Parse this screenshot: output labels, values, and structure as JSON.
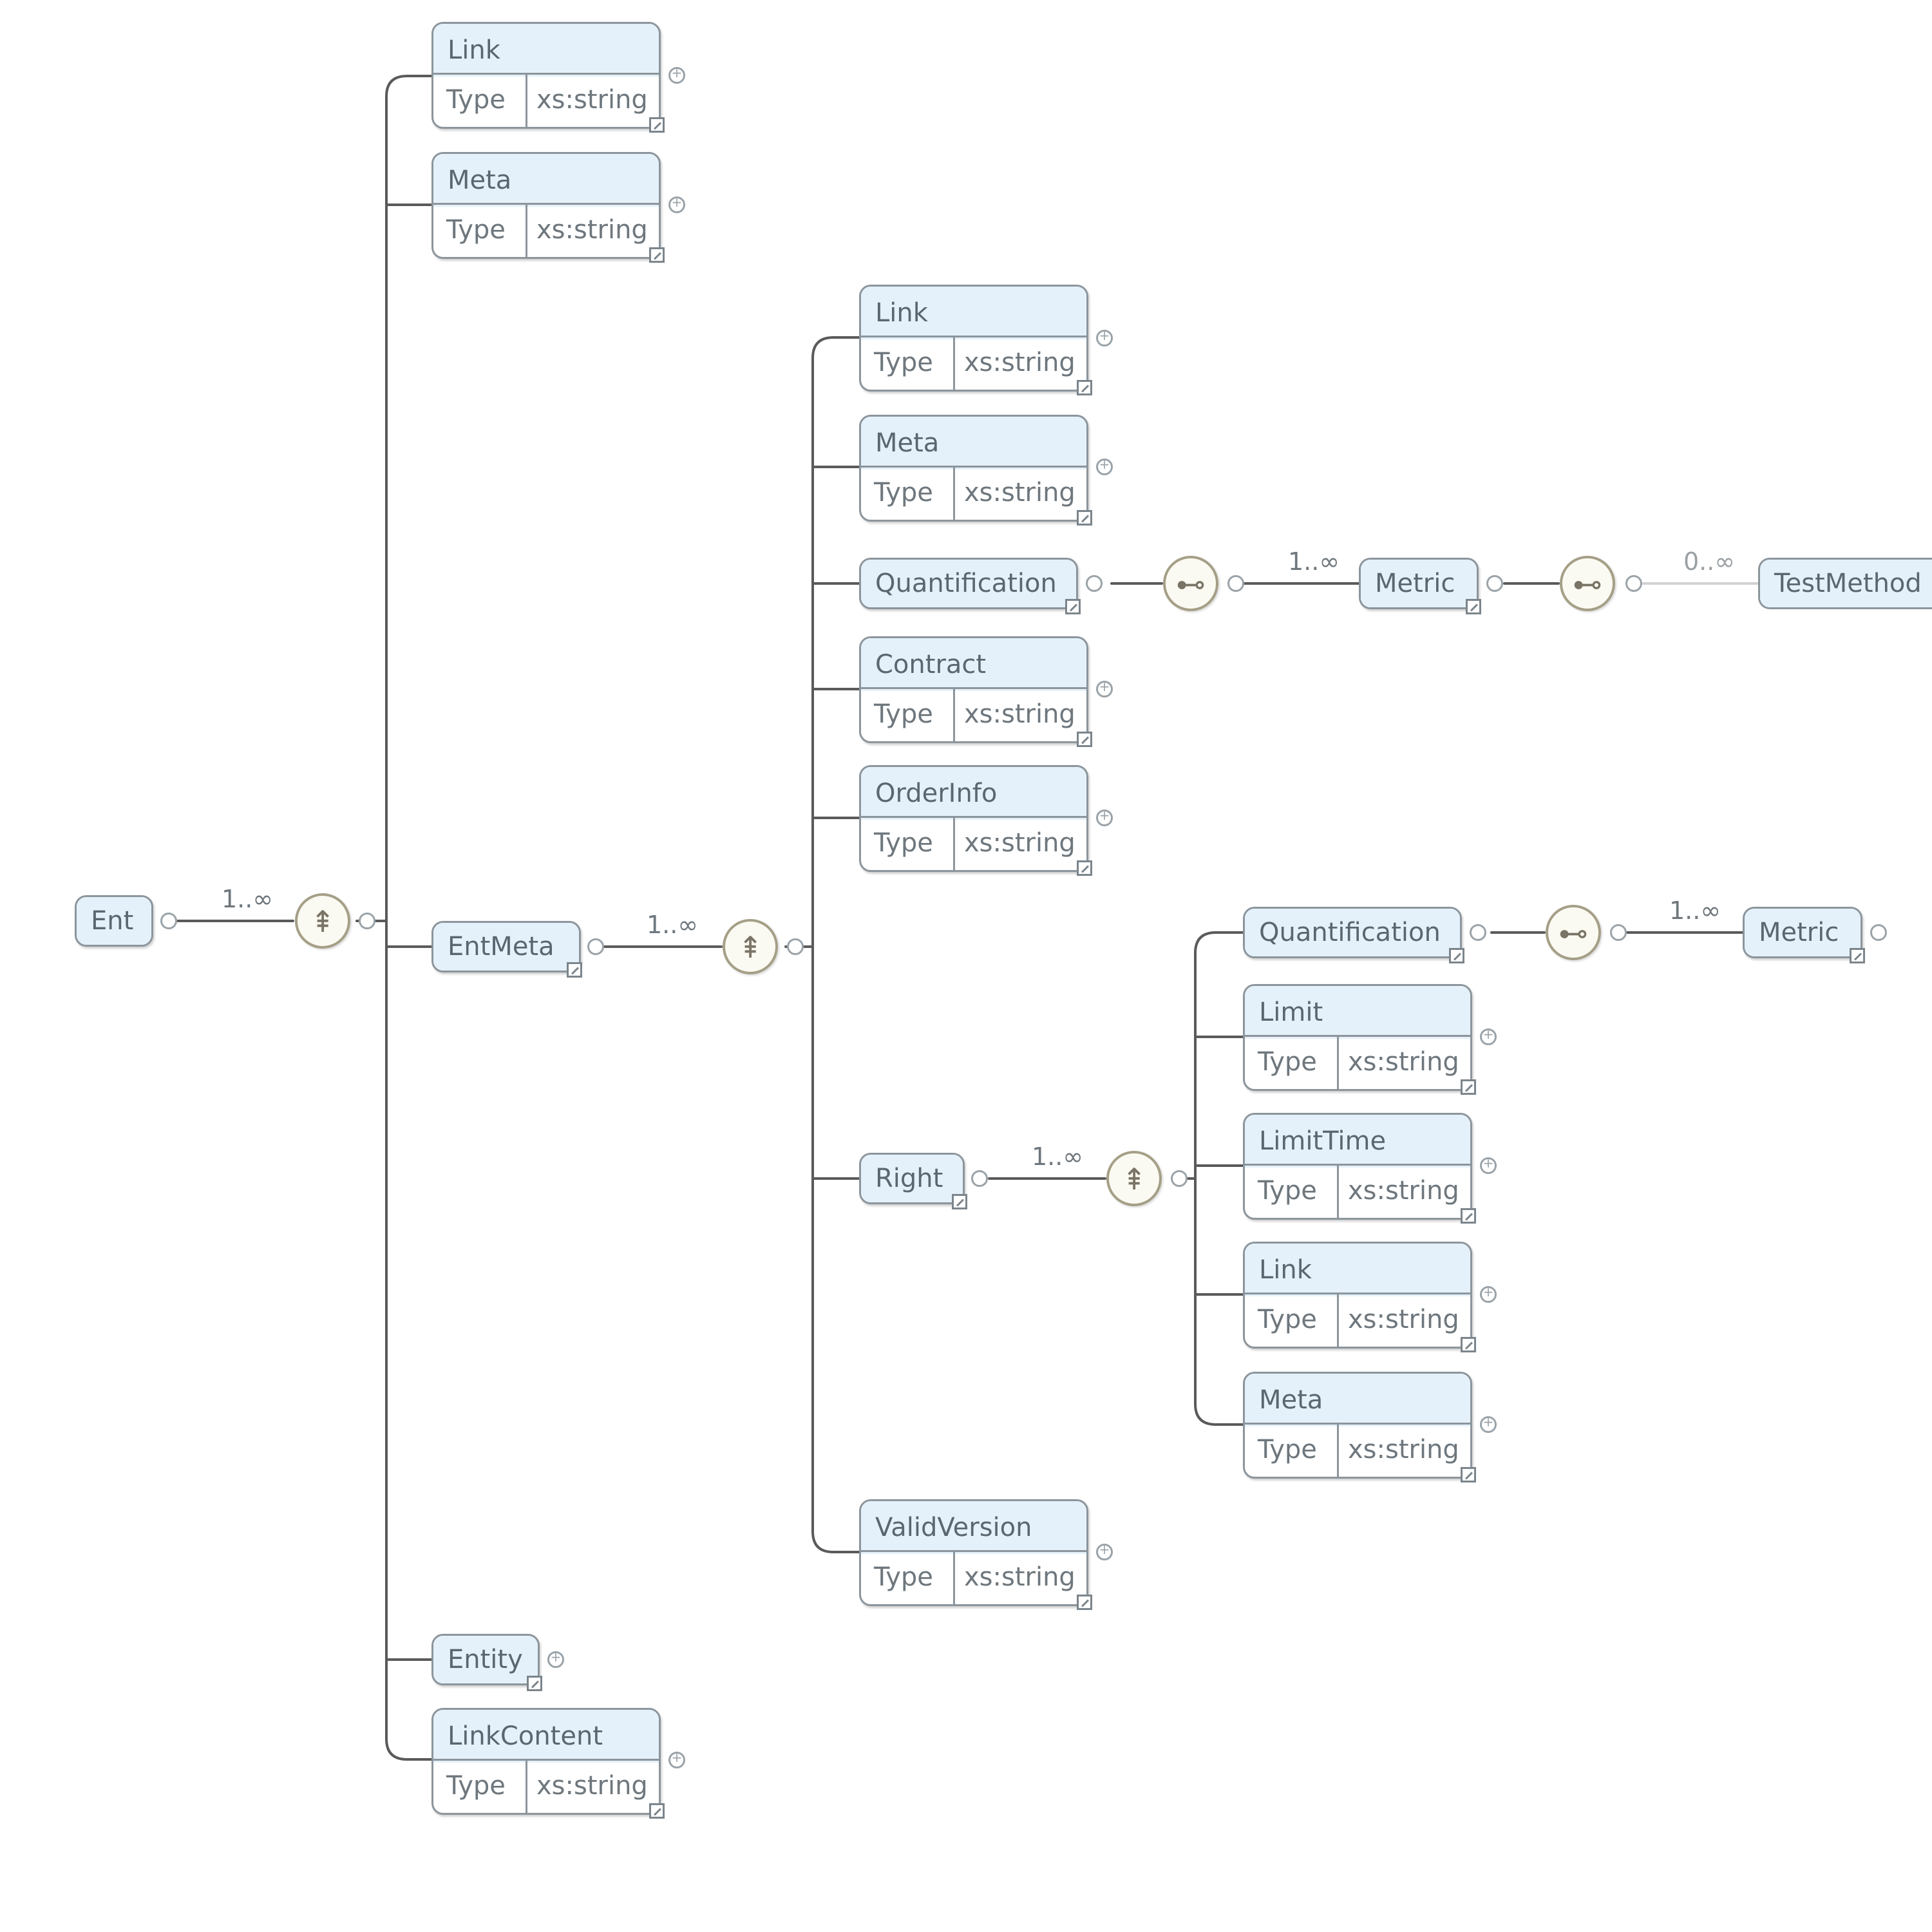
{
  "nodes": {
    "root": {
      "name": "Ent"
    },
    "link": {
      "name": "Link",
      "type_key": "Type",
      "type_value": "xs:string"
    },
    "meta": {
      "name": "Meta",
      "type_key": "Type",
      "type_value": "xs:string"
    },
    "entmeta": {
      "name": "EntMeta"
    },
    "entity": {
      "name": "Entity"
    },
    "linkcontent": {
      "name": "LinkContent",
      "type_key": "Type",
      "type_value": "xs:string"
    },
    "em_link": {
      "name": "Link",
      "type_key": "Type",
      "type_value": "xs:string"
    },
    "em_meta": {
      "name": "Meta",
      "type_key": "Type",
      "type_value": "xs:string"
    },
    "em_quantification": {
      "name": "Quantification"
    },
    "em_contract": {
      "name": "Contract",
      "type_key": "Type",
      "type_value": "xs:string"
    },
    "em_orderinfo": {
      "name": "OrderInfo",
      "type_key": "Type",
      "type_value": "xs:string"
    },
    "em_right": {
      "name": "Right"
    },
    "em_validversion": {
      "name": "ValidVersion",
      "type_key": "Type",
      "type_value": "xs:string"
    },
    "q1_metric": {
      "name": "Metric"
    },
    "q1_testmethod": {
      "name": "TestMethod"
    },
    "r_quantification": {
      "name": "Quantification"
    },
    "r_limit": {
      "name": "Limit",
      "type_key": "Type",
      "type_value": "xs:string"
    },
    "r_limittime": {
      "name": "LimitTime",
      "type_key": "Type",
      "type_value": "xs:string"
    },
    "r_link": {
      "name": "Link",
      "type_key": "Type",
      "type_value": "xs:string"
    },
    "r_meta": {
      "name": "Meta",
      "type_key": "Type",
      "type_value": "xs:string"
    },
    "q2_metric": {
      "name": "Metric"
    }
  },
  "occurrences": {
    "ent_choice": "1..∞",
    "entmeta_choice": "1..∞",
    "q1_metric": "1..∞",
    "q1_testmethod": "0..∞",
    "right_choice": "1..∞",
    "q2_metric": "1..∞"
  },
  "compositors": {
    "ent_choice": {
      "kind": "choice",
      "symbol": "⇞"
    },
    "entmeta_choice": {
      "kind": "choice",
      "symbol": "⇞"
    },
    "q1_seq_a": {
      "kind": "sequence",
      "symbol": "⊷"
    },
    "q1_seq_b": {
      "kind": "sequence",
      "symbol": "⊷"
    },
    "right_choice": {
      "kind": "choice",
      "symbol": "⇞"
    },
    "q2_seq": {
      "kind": "sequence",
      "symbol": "⊷"
    }
  },
  "colors": {
    "connector": "#5a5a5a",
    "node_border": "#8c959c",
    "node_header": "#e5f1fa",
    "compositor_border": "#a59f87",
    "compositor_fill": "#fbfaf2"
  },
  "icons": {
    "compositor_choice": "choice-icon",
    "compositor_sequence": "sequence-icon",
    "reference": "reference-arrow-icon",
    "expander": "expand-icon"
  }
}
